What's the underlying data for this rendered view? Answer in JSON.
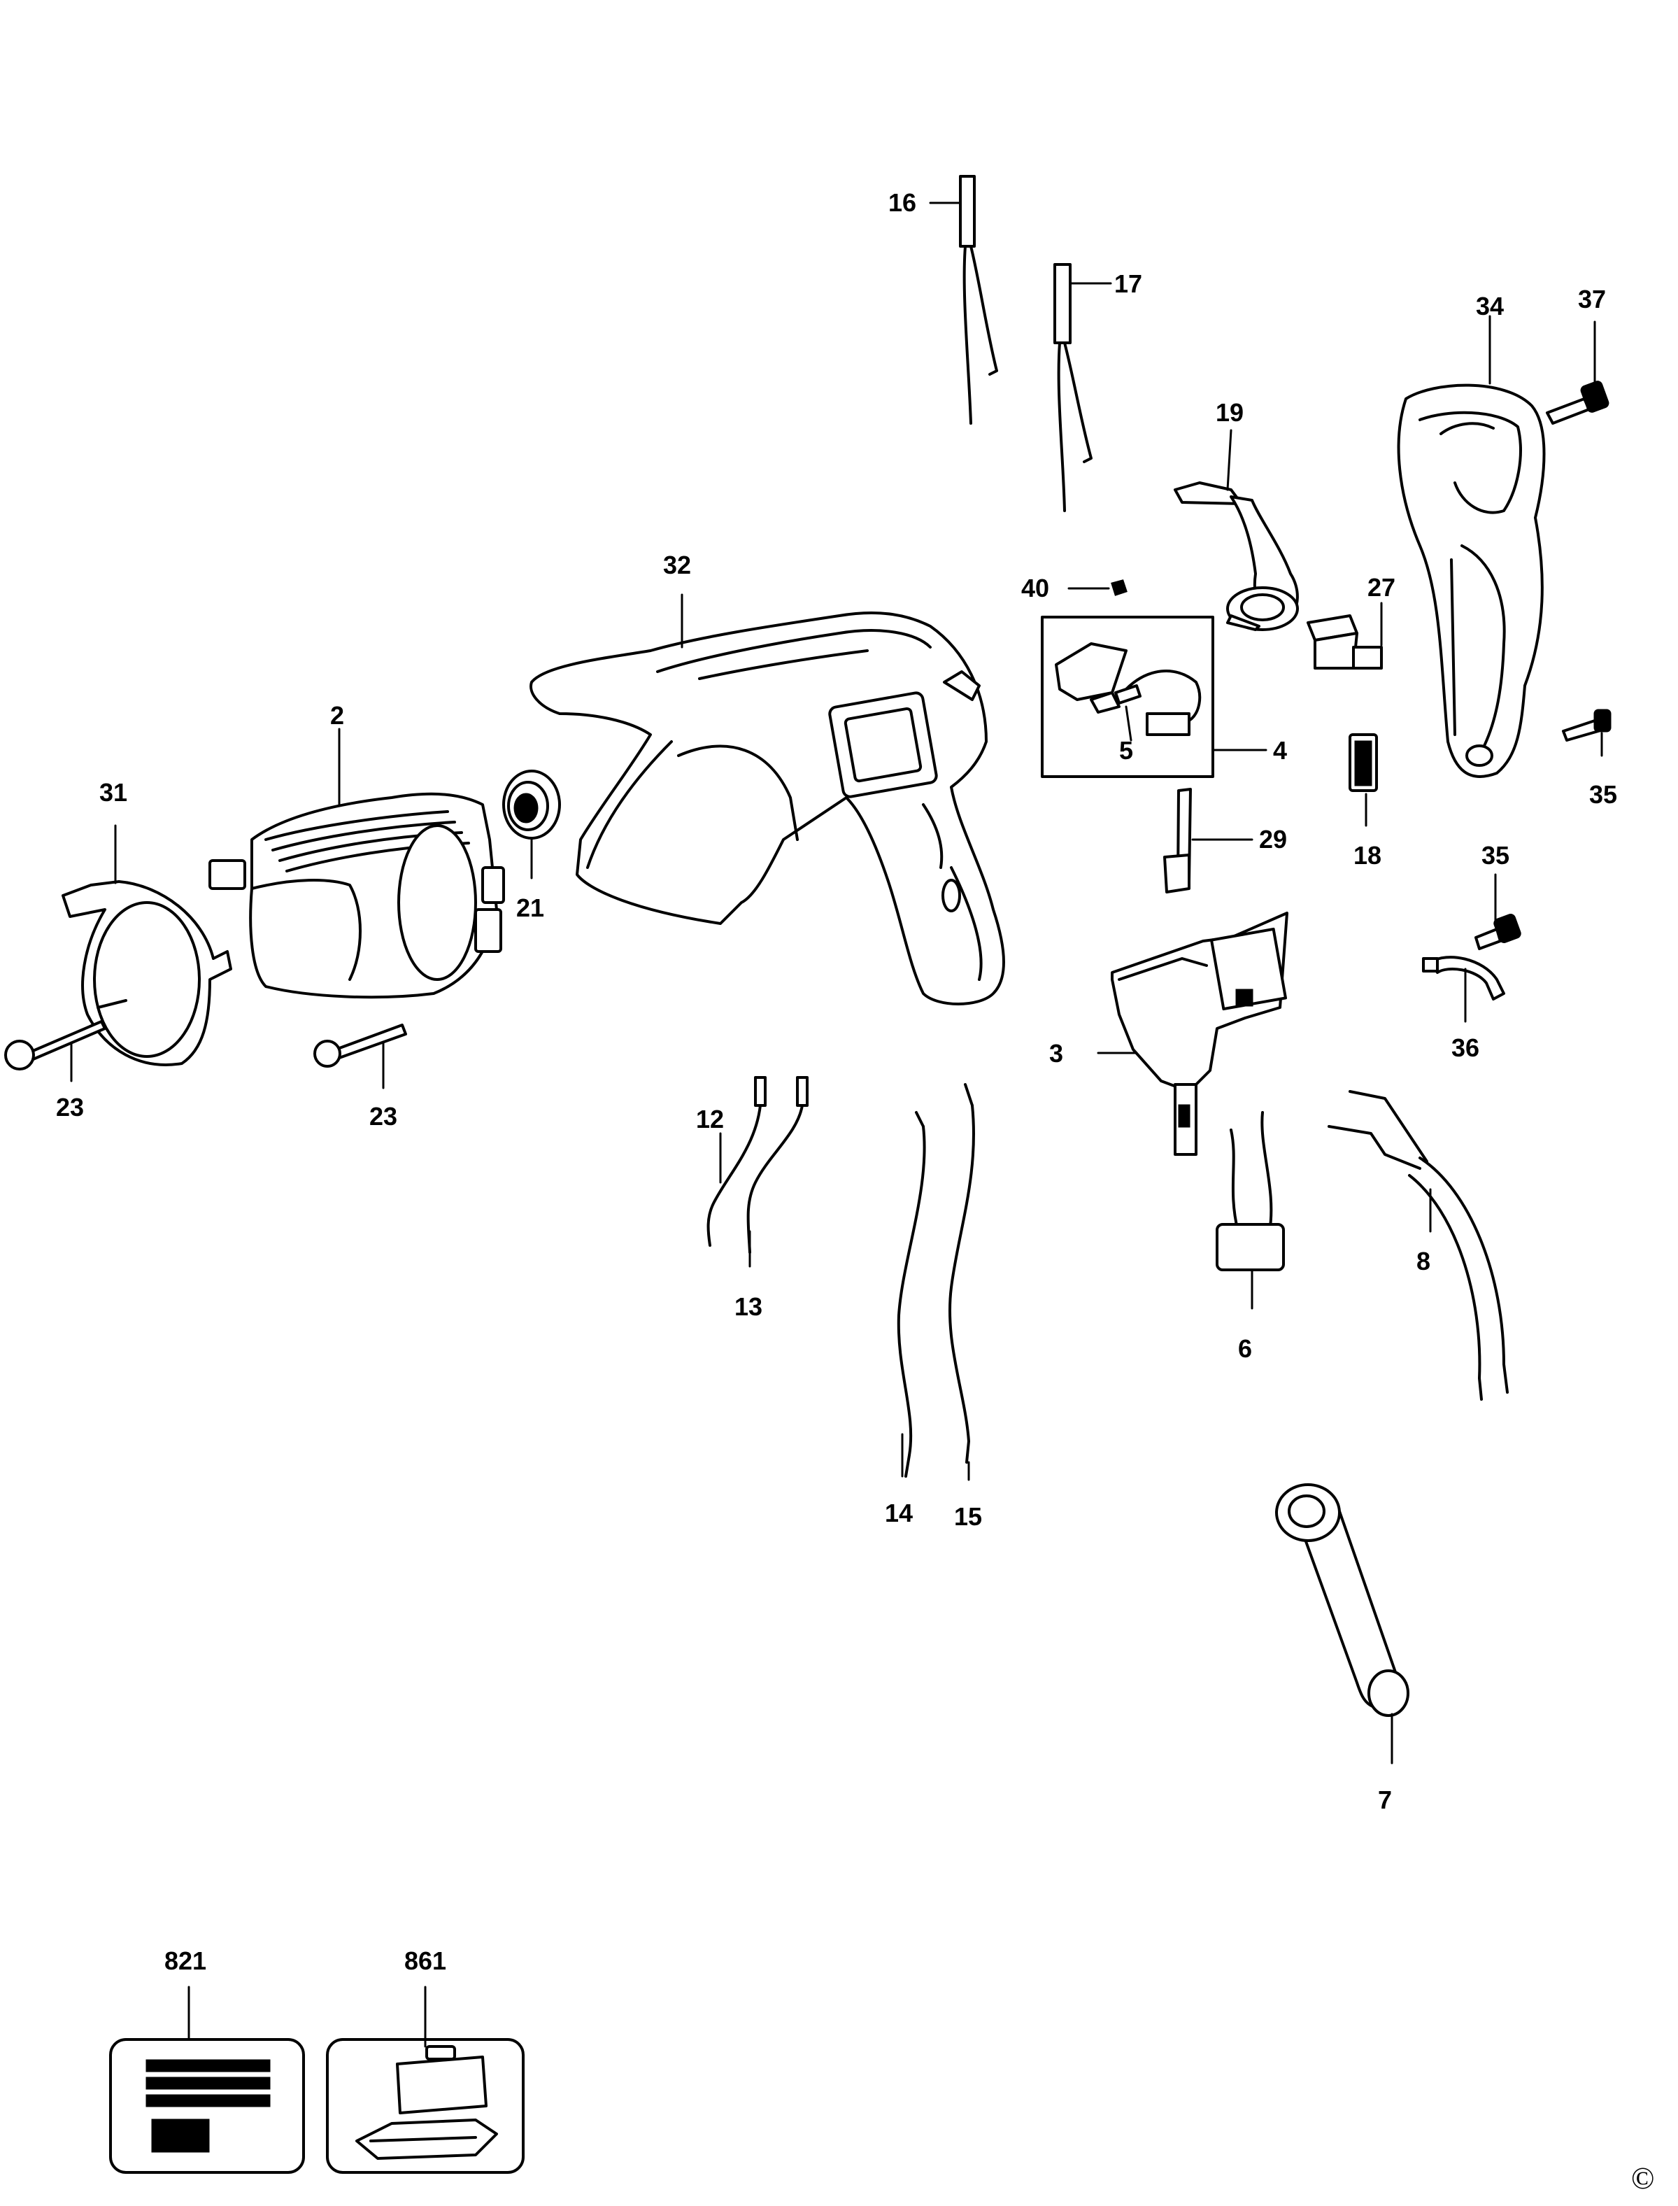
{
  "labels": {
    "p16": "16",
    "p17": "17",
    "p34": "34",
    "p37": "37",
    "p19": "19",
    "p32": "32",
    "p40": "40",
    "p27": "27",
    "p2": "2",
    "p31": "31",
    "p21": "21",
    "p5": "5",
    "p4": "4",
    "p18": "18",
    "p35a": "35",
    "p29": "29",
    "p35b": "35",
    "p36": "36",
    "p3": "3",
    "p23a": "23",
    "p23b": "23",
    "p12": "12",
    "p13": "13",
    "p8": "8",
    "p6": "6",
    "p14": "14",
    "p15": "15",
    "p7": "7",
    "p821": "821",
    "p861": "861"
  },
  "copyright": "©"
}
